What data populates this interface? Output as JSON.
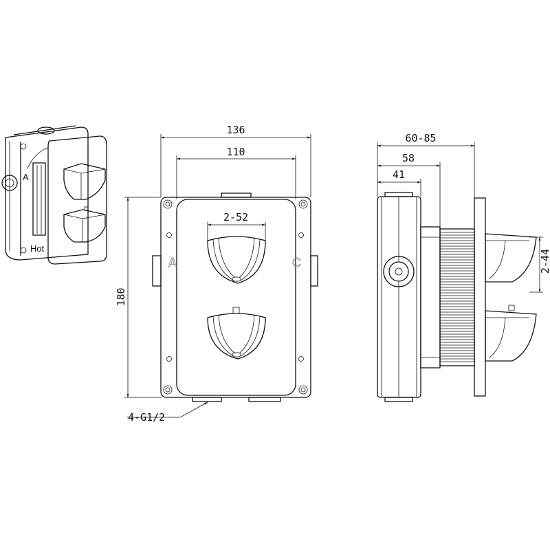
{
  "front_view": {
    "width_overall": "136",
    "width_plate": "110",
    "height": "180",
    "knob_spacing": "2-52",
    "inlets": "4-G1/2",
    "side_label_left": "A",
    "side_label_right": "C"
  },
  "side_view": {
    "depth_range": "60-85",
    "depth_mid": "58",
    "depth_body": "41",
    "handle_spacing": "2-44"
  },
  "iso_view": {
    "label_a": "A",
    "label_hot": "Hot"
  },
  "colors": {
    "line": "#111111",
    "background": "#ffffff"
  }
}
